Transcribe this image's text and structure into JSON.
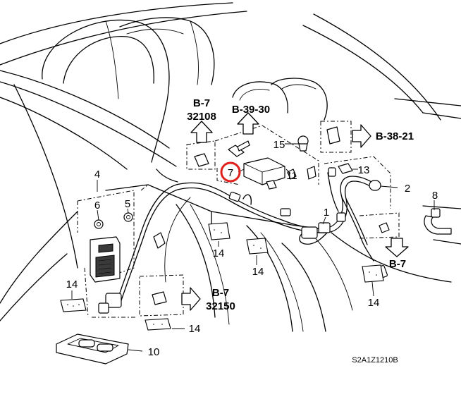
{
  "diagram": {
    "callouts": {
      "c1": "1",
      "c2": "2",
      "c4": "4",
      "c5": "5",
      "c6": "6",
      "c7": "7",
      "c8": "8",
      "c10": "10",
      "c11": "11",
      "c13": "13",
      "c14a": "14",
      "c14b": "14",
      "c14c": "14",
      "c14d": "14",
      "c14e": "14",
      "c15": "15"
    },
    "references": {
      "ref_b7_top": "B-7",
      "ref_32108": "32108",
      "ref_b39": "B-39-30",
      "ref_b38": "B-38-21",
      "ref_b7_right": "B-7",
      "ref_b7_bottom": "B-7",
      "ref_32150": "32150"
    },
    "drawing_code": "S2A1Z1210B",
    "highlight_color": "#e0201b"
  }
}
